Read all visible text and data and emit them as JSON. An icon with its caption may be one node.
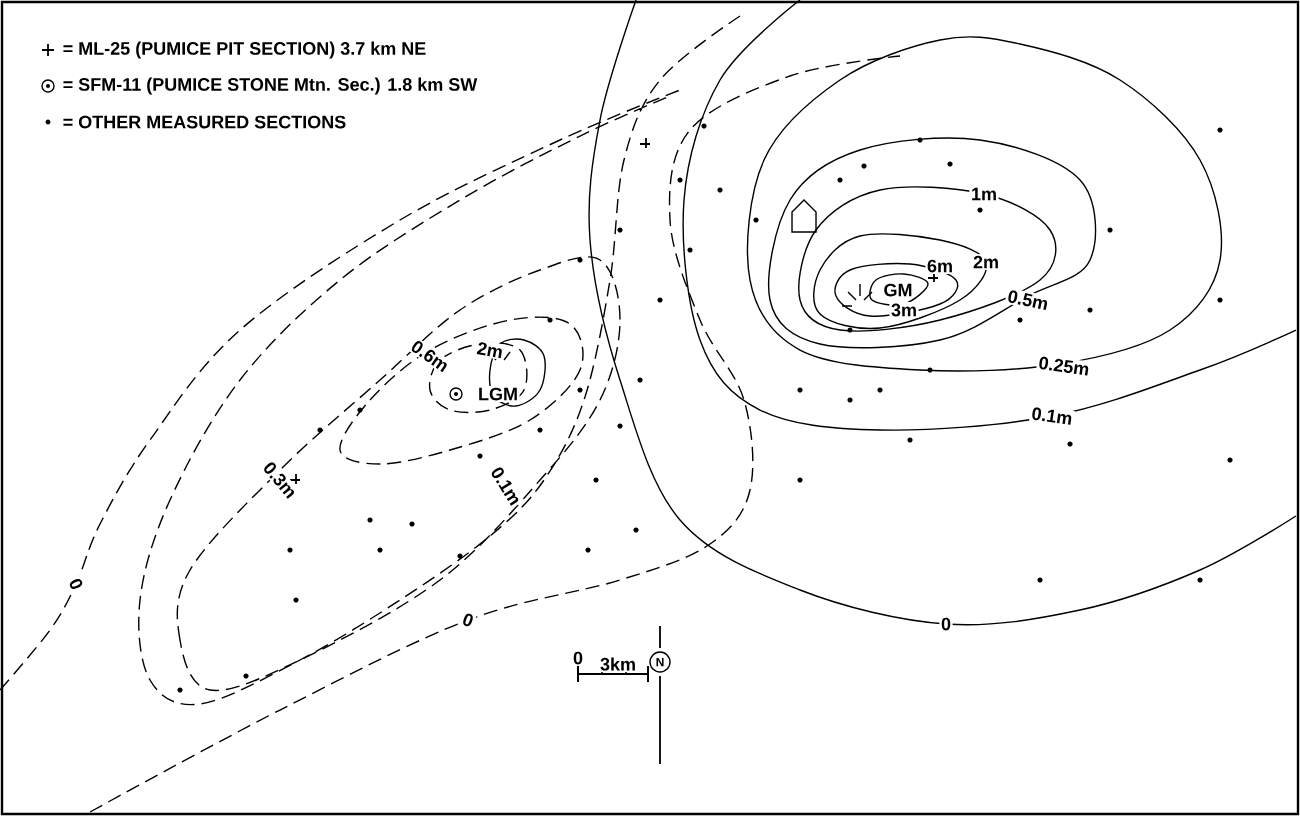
{
  "diagram": {
    "labels": [
      "1m",
      "2m",
      "6m",
      "GM",
      "0.5m",
      "3m",
      "2m",
      "0.6m",
      "0.25m",
      "LGM",
      "0.1m",
      "0.3m",
      "0.1m",
      "0",
      "0",
      "0",
      "0",
      "3km",
      "N"
    ],
    "legend": [
      {
        "text": "= ML-25 (PUMICE PIT SECTION) 3.7 km NE"
      },
      {
        "text": "= SFM-11 (PUMICE STONE Mtn. Sec.) 1.8 km SW"
      },
      {
        "text": "= OTHER MEASURED SECTIONS"
      }
    ]
  }
}
